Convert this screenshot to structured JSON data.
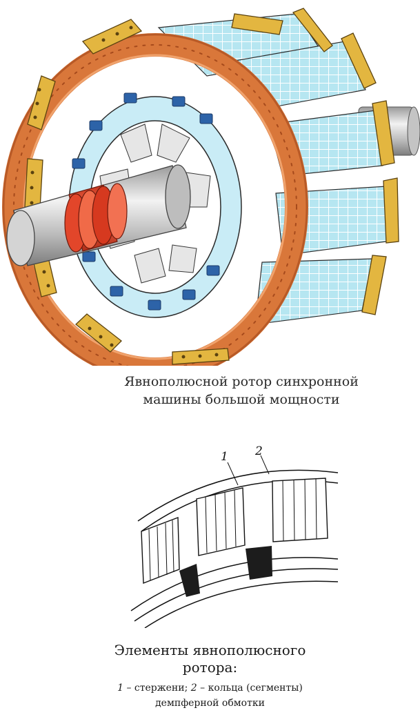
{
  "figure_top": {
    "caption_line1": "Явнополюсной ротор синхронной",
    "caption_line2": "машины большой мощности"
  },
  "figure_bottom": {
    "label_1": "1",
    "label_2": "2",
    "title_line1": "Элементы явнополюсного",
    "title_line2": "ротора:",
    "legend_num1": "1",
    "legend_text1": " – стержени; ",
    "legend_num2": "2",
    "legend_text2": " – кольца (сегменты)",
    "legend_line2": "демпферной обмотки"
  },
  "colors": {
    "copper": "#d9773a",
    "copper_dark": "#a64a1c",
    "gold_plate": "#e3b640",
    "lamination": "#aee3ef",
    "hub_blue": "#c9ecf6",
    "shaft": "#c8c8c8",
    "ring_red": "#e2462a",
    "bolt_blue": "#2d63a8"
  }
}
